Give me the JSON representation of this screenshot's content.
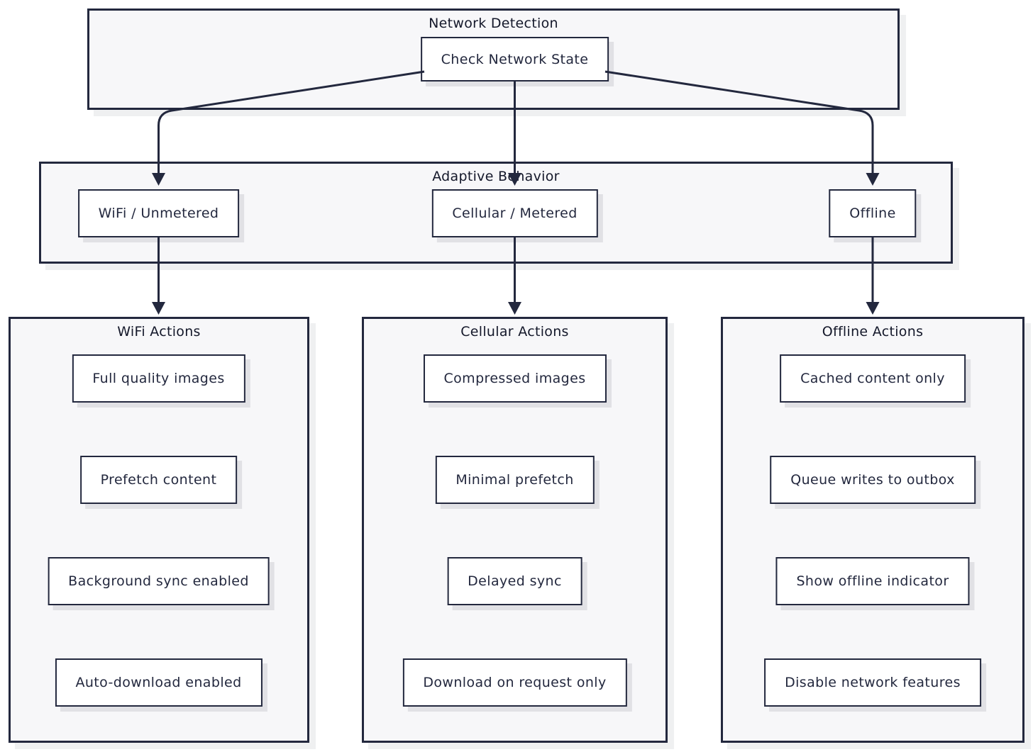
{
  "colors": {
    "ink": "#23283e",
    "cluster_fill": "#f7f7f9",
    "node_fill": "#ffffff",
    "background": "#ffffff",
    "shadow": "rgba(35,40,62,0.10)"
  },
  "clusters": [
    {
      "title": "Network Detection",
      "nodes": [
        "Check Network State"
      ]
    },
    {
      "title": "Adaptive Behavior",
      "nodes": [
        "WiFi / Unmetered",
        "Cellular / Metered",
        "Offline"
      ]
    },
    {
      "title": "WiFi Actions",
      "nodes": [
        "Full quality images",
        "Prefetch content",
        "Background sync enabled",
        "Auto-download enabled"
      ]
    },
    {
      "title": "Cellular Actions",
      "nodes": [
        "Compressed images",
        "Minimal prefetch",
        "Delayed sync",
        "Download on request only"
      ]
    },
    {
      "title": "Offline Actions",
      "nodes": [
        "Cached content only",
        "Queue writes to outbox",
        "Show offline indicator",
        "Disable network features"
      ]
    }
  ],
  "edges": [
    {
      "from": "Check Network State",
      "to": "WiFi / Unmetered"
    },
    {
      "from": "Check Network State",
      "to": "Cellular / Metered"
    },
    {
      "from": "Check Network State",
      "to": "Offline"
    },
    {
      "from": "WiFi / Unmetered",
      "to": "WiFi Actions"
    },
    {
      "from": "Cellular / Metered",
      "to": "Cellular Actions"
    },
    {
      "from": "Offline",
      "to": "Offline Actions"
    }
  ]
}
